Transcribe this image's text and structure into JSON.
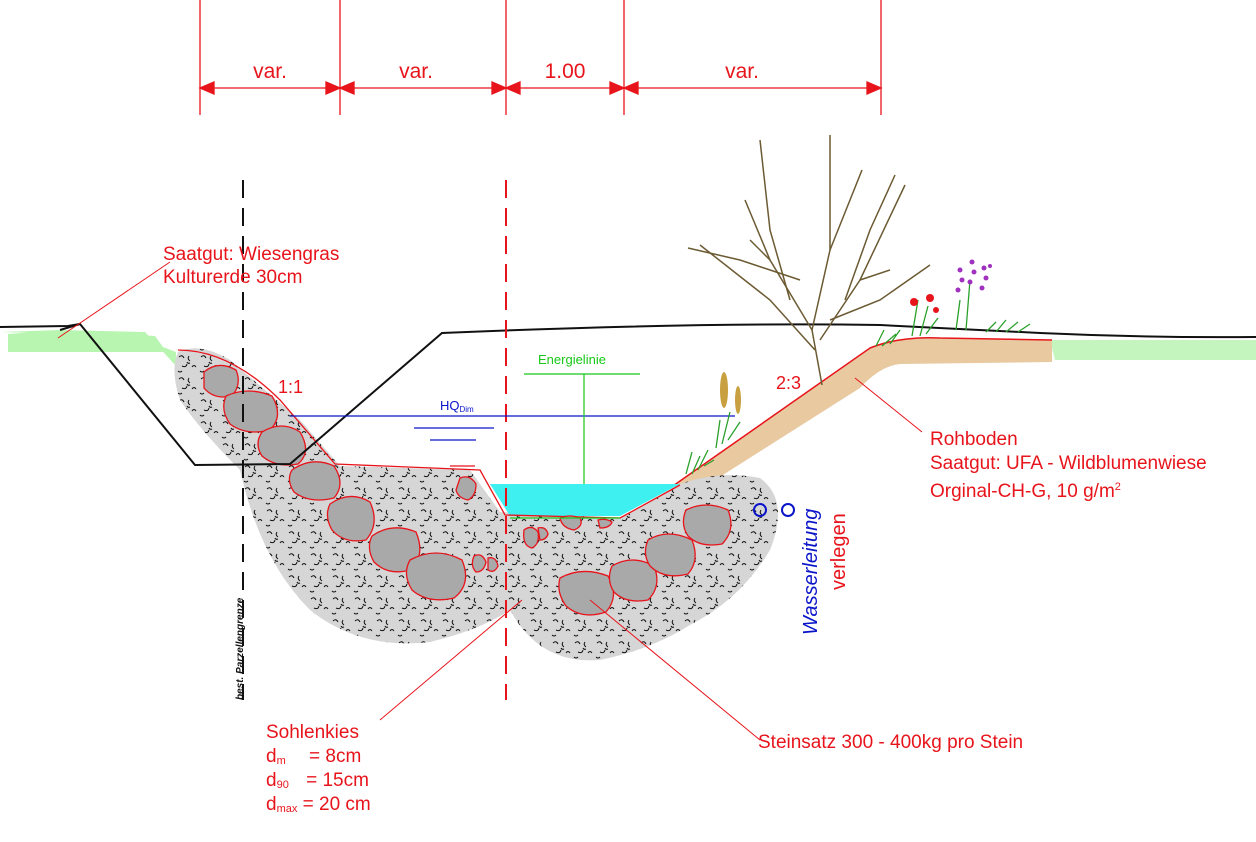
{
  "dimensions": [
    "var.",
    "var.",
    "1.00",
    "var."
  ],
  "labels": {
    "seed_left_1": "Saatgut: Wiesengras",
    "seed_left_2": "Kulturerde 30cm",
    "rohboden": "Rohboden",
    "seed_right_1": "Saatgut: UFA - Wildblumenwiese",
    "seed_right_2": "Orginal-CH-G, 10 g/m",
    "seed_right_sup": "2",
    "energy_line": "Energielinie",
    "hq": "HQ",
    "hq_sub": "Dim",
    "slope_left": "1:1",
    "slope_right": "2:3",
    "boundary": "best. Parzellengrenze",
    "water_pipe": "Wasserleitung",
    "lay": "verlegen",
    "sohlenkies": "Sohlenkies",
    "dm_label": "d",
    "dm_sub": "m",
    "dm_value": " = 8cm",
    "d90_label": "d",
    "d90_sub": "90",
    "d90_value": " = 15cm",
    "dmax_label": "d",
    "dmax_sub": "max",
    "dmax_value": " = 20 cm",
    "steinsatz": "Steinsatz  300 - 400kg pro Stein"
  },
  "colors": {
    "annotation_red": "#e8141b",
    "water": "#3ff0f0",
    "grass": "#b8f5b0",
    "gravel": "#d6d6d6",
    "stone": "#a9a9a9",
    "rohboden": "#e8c9a0",
    "hq_blue": "#0a14c8",
    "energy_green": "#18c818"
  }
}
